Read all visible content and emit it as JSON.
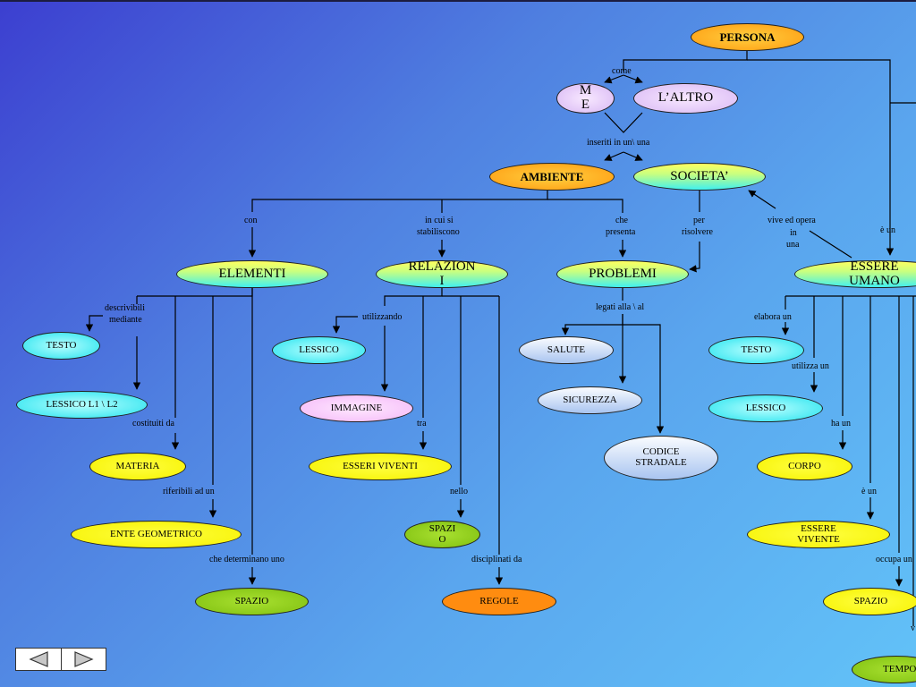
{
  "nodes": {
    "persona": "PERSONA",
    "me": "ME",
    "altro": "L’ALTRO",
    "ambiente": "AMBIENTE",
    "societa": "SOCIETA’",
    "elementi": "ELEMENTI",
    "relazioni": "RELAZIONI",
    "problemi": "PROBLEMI",
    "essere_umano": "ESSERE UMANO",
    "testo_1": "TESTO",
    "lessico_l1l2": "LESSICO L1 \\ L2",
    "materia": "MATERIA",
    "ente_geometrico": "ENTE GEOMETRICO",
    "spazio_1": "SPAZIO",
    "lessico_2": "LESSICO",
    "immagine": "IMMAGINE",
    "esseri_viventi": "ESSERI VIVENTI",
    "spazio_2": "SPAZIO",
    "regole": "REGOLE",
    "salute": "SALUTE",
    "sicurezza": "SICUREZZA",
    "codice_stradale": "CODICE STRADALE",
    "testo_3": "TESTO",
    "lessico_3": "LESSICO",
    "corpo": "CORPO",
    "essere_vivente": "ESSERE VIVENTE",
    "spazio_3": "SPAZIO",
    "tempo": "TEMPO"
  },
  "links": {
    "come": "come",
    "inseriti": "inseriti in un\\ una",
    "con": "con",
    "in_cui_si": "in cui si",
    "stabiliscono": "stabiliscono",
    "che": "che",
    "presenta": "presenta",
    "per": "per",
    "risolvere": "risolvere",
    "vive_ed_opera": "vive ed opera",
    "in": "in",
    "una": "una",
    "e_un_top": "è un",
    "descrivibili": "descrivibili",
    "mediante": "mediante",
    "costituiti_da": "costituiti da",
    "riferibili": "riferibili ad  un",
    "che_determinano": "che determinano uno",
    "utilizzando": "utilizzando",
    "tra": "tra",
    "nello": "nello",
    "disciplinati_da": "disciplinati da",
    "legati": "legati alla \\ al",
    "elabora_un": "elabora un",
    "utilizza_un": "utilizza un",
    "ha_un": "ha un",
    "e_un_bottom": "è un",
    "occupa_un": "occupa un",
    "v_cut": "v"
  },
  "colors": {
    "yellow": "#f6f200",
    "orange": "#ff9a10",
    "cyan": "#22e2ee",
    "lavender": "#d8b8f4",
    "green": "#80c010",
    "regole_orange": "#ff8c10"
  },
  "navigation": {
    "prev_icon": "triangle-left-icon",
    "next_icon": "triangle-right-icon"
  }
}
